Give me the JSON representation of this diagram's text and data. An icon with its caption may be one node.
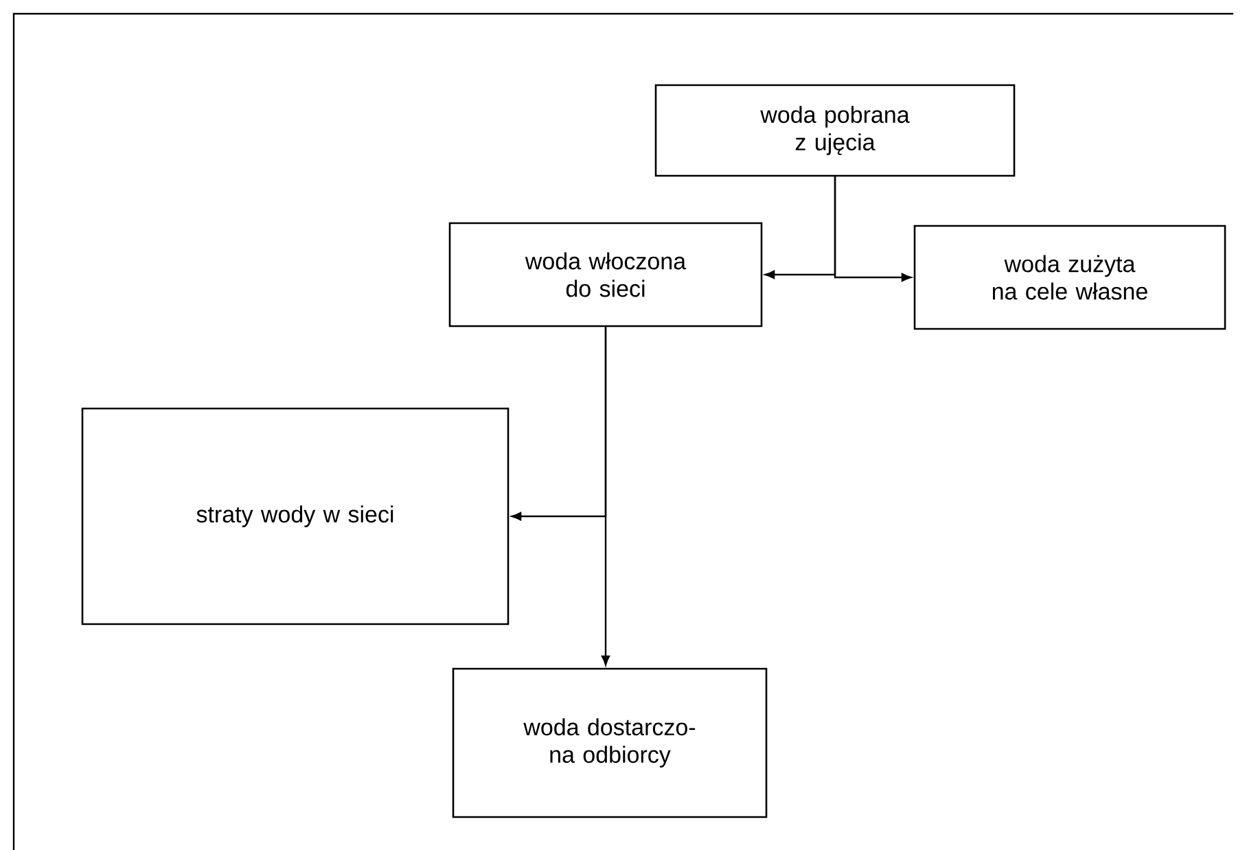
{
  "diagram": {
    "nodes": [
      {
        "text": [
          "woda pobrana z ujęcia"
        ]
      },
      {
        "text": [
          "woda włoczona do sieci"
        ]
      },
      {
        "text": [
          "woda zużyta na cele własne"
        ]
      },
      {
        "text": [
          "straty wody w sieci"
        ]
      },
      {
        "text": [
          "woda dostarczo- na odbiorcy"
        ]
      }
    ],
    "edges": [
      {
        "from": 0,
        "to": 1,
        "arrow": "to"
      },
      {
        "from": 0,
        "to": 2,
        "arrow": "to"
      },
      {
        "from": 1,
        "to": 3,
        "arrow": "to"
      },
      {
        "from": 1,
        "to": 4,
        "arrow": "to"
      }
    ]
  }
}
